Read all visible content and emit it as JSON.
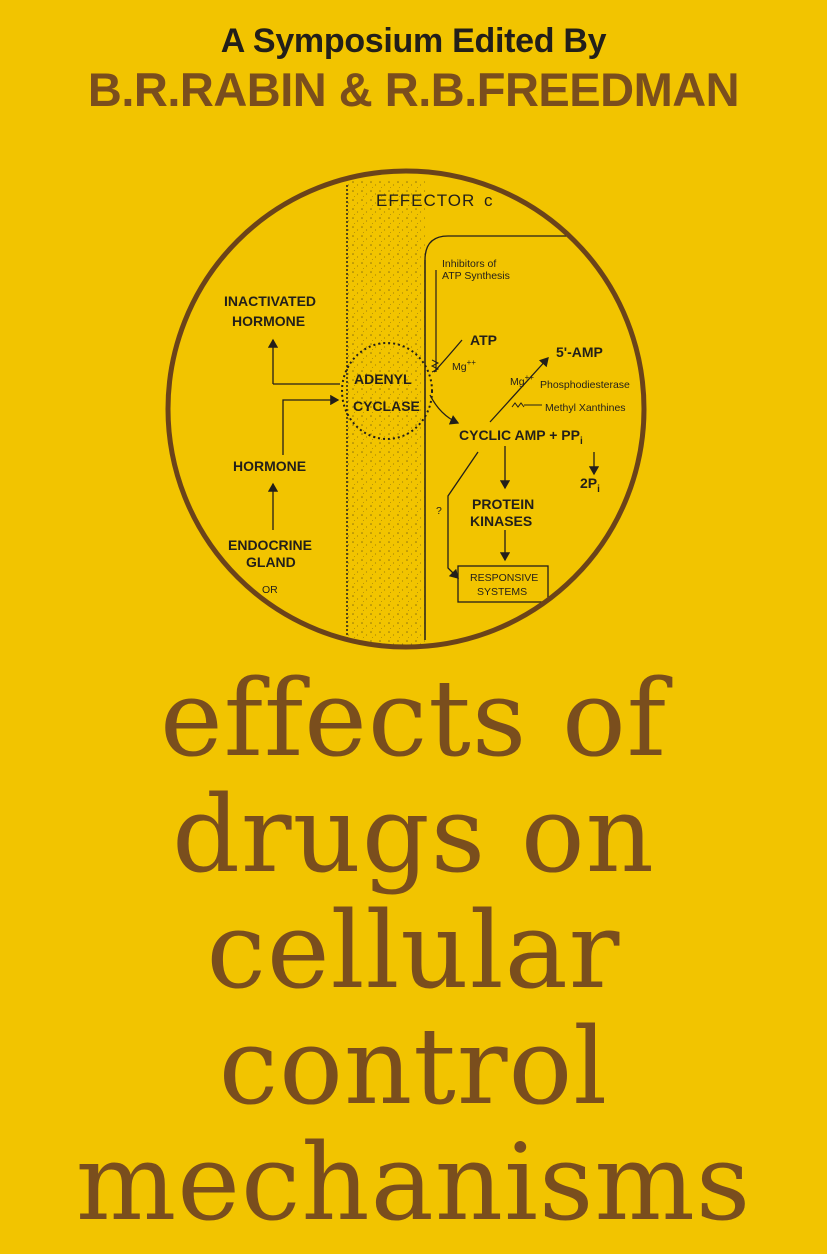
{
  "header": {
    "line1": "A Symposium Edited By",
    "line2": "B.R.RABIN & R.B.FREEDMAN"
  },
  "diagram": {
    "effector": "EFFECTOR",
    "effector_cut": "c",
    "inhibitors_line1": "Inhibitors of",
    "inhibitors_line2": "ATP Synthesis",
    "inactivated_line1": "INACTIVATED",
    "inactivated_line2": "HORMONE",
    "atp": "ATP",
    "mg1": "Mg",
    "mg1_sup": "++",
    "five_amp": "5'-AMP",
    "mg2": "Mg",
    "mg2_sup": "++",
    "phosphodiesterase": "Phosphodiesterase",
    "methyl_xanthines": "Methyl Xanthines",
    "adenyl": "ADENYL",
    "cyclase": "CYCLASE",
    "cyclic_amp": "CYCLIC AMP + PP",
    "cyclic_amp_sub": "i",
    "two_p": "2P",
    "two_p_sub": "i",
    "hormone": "HORMONE",
    "question": "?",
    "protein": "PROTEIN",
    "kinases": "KINASES",
    "endocrine_line1": "ENDOCRINE",
    "endocrine_line2": "GLAND",
    "or_cut": "OR",
    "responsive_line1": "RESPONSIVE",
    "responsive_line2": "SYSTEMS"
  },
  "title": {
    "lines": [
      "effects of",
      "drugs on",
      "cellular",
      "control",
      "mechanisms"
    ]
  },
  "colors": {
    "background": "#f2c400",
    "brown": "#7a4e1d",
    "ink": "#231f1a"
  }
}
